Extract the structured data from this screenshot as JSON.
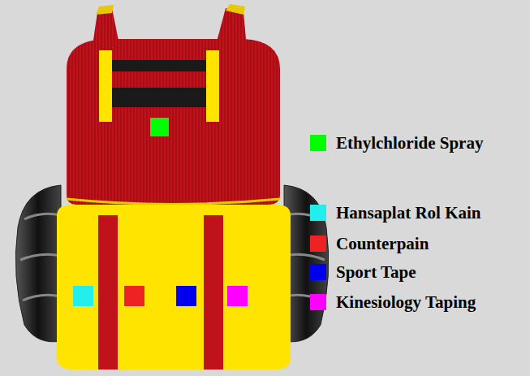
{
  "diagram": {
    "legend": [
      {
        "text": "Ethylchloride Spray",
        "color": "#00ff00"
      },
      {
        "text": "Hansaplat Rol Kain",
        "color": "#22eeee"
      },
      {
        "text": "Counterpain",
        "color": "#ee2222"
      },
      {
        "text": "Sport Tape",
        "color": "#0000ee"
      },
      {
        "text": "Kinesiology Taping",
        "color": "#ff00ff"
      }
    ]
  }
}
